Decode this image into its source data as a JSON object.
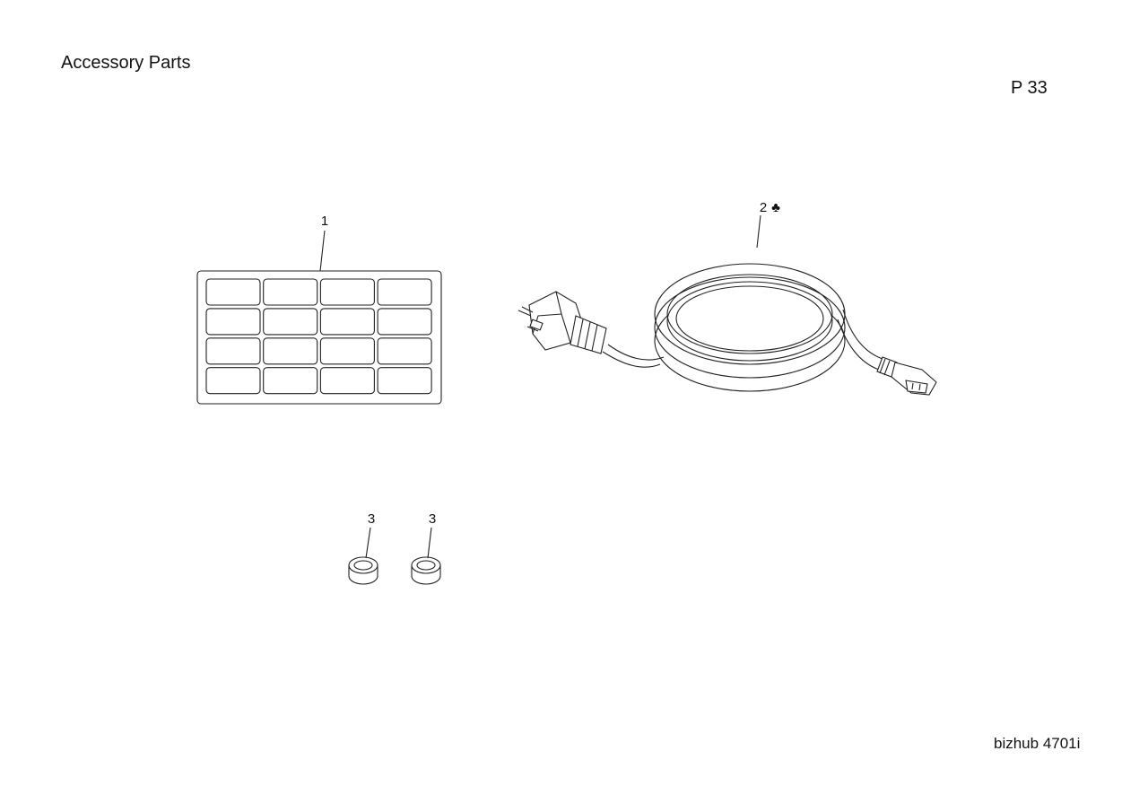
{
  "header": {
    "title": "Accessory Parts",
    "page": "P 33"
  },
  "footer": {
    "model": "bizhub 4701i"
  },
  "callouts": [
    {
      "id": "1",
      "label": "1",
      "part": "label-sheet"
    },
    {
      "id": "2",
      "label": "2",
      "marker": "♣",
      "part": "power-cord"
    },
    {
      "id": "3a",
      "label": "3",
      "part": "ferrite-core"
    },
    {
      "id": "3b",
      "label": "3",
      "part": "ferrite-core"
    }
  ]
}
